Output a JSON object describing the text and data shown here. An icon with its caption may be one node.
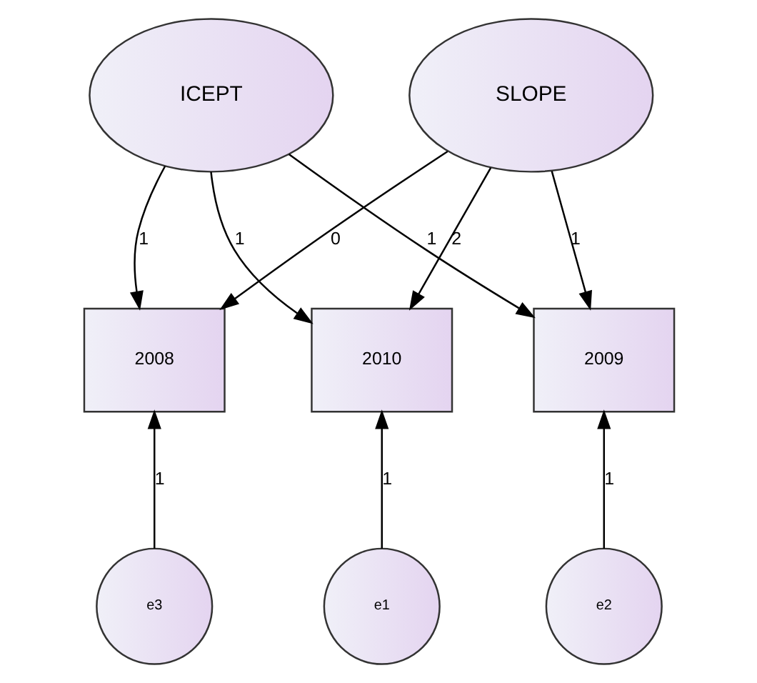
{
  "diagram": {
    "nodes": [
      {
        "text": [
          "ICEPT"
        ]
      },
      {
        "text": [
          "SLOPE"
        ]
      },
      {
        "text": [
          "2008"
        ]
      },
      {
        "text": [
          "2009"
        ]
      },
      {
        "text": [
          "2010"
        ]
      },
      {
        "text": [
          "e3"
        ]
      },
      {
        "text": [
          "e2"
        ]
      },
      {
        "text": [
          "e1"
        ]
      }
    ],
    "edges": [
      {
        "from": 0,
        "to": 2,
        "arrow": "to",
        "label": "1"
      },
      {
        "from": 0,
        "to": 3,
        "arrow": "to",
        "label": "1"
      },
      {
        "from": 0,
        "to": 4,
        "arrow": "to",
        "label": "1"
      },
      {
        "from": 1,
        "to": 2,
        "arrow": "to",
        "label": "0"
      },
      {
        "from": 1,
        "to": 3,
        "arrow": "to",
        "label": "1"
      },
      {
        "from": 1,
        "to": 4,
        "arrow": "to",
        "label": "2"
      },
      {
        "from": 5,
        "to": 2,
        "arrow": "to",
        "label": "1"
      },
      {
        "from": 6,
        "to": 3,
        "arrow": "to",
        "label": "1"
      },
      {
        "from": 7,
        "to": 4,
        "arrow": "to",
        "label": "1"
      }
    ]
  }
}
